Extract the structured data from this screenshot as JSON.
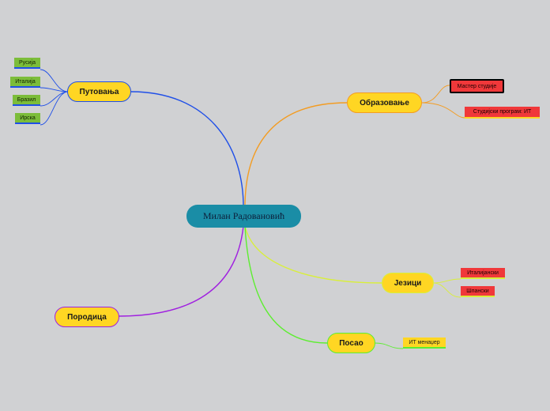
{
  "central": "Милан Радовановић",
  "colors": {
    "background": "#d0d1d3",
    "central": "#1a8da6",
    "topic_fill": "#ffd623",
    "travel": "#1f4fe8",
    "education": "#f39c22",
    "languages": "#d9ef3a",
    "work": "#5cee2f",
    "family": "#a020e0"
  },
  "topics": {
    "travel": {
      "label": "Путовања",
      "children": [
        "Русија",
        "Италија",
        "Бразил",
        "Ирска"
      ]
    },
    "education": {
      "label": "Образовање",
      "children": [
        "Мастер студије",
        "Студијски програм: ИТ"
      ]
    },
    "languages": {
      "label": "Језици",
      "children": [
        "Италијански",
        "Шпански"
      ]
    },
    "work": {
      "label": "Посао",
      "children": [
        "ИТ менаџер"
      ]
    },
    "family": {
      "label": "Породица",
      "children": []
    }
  }
}
